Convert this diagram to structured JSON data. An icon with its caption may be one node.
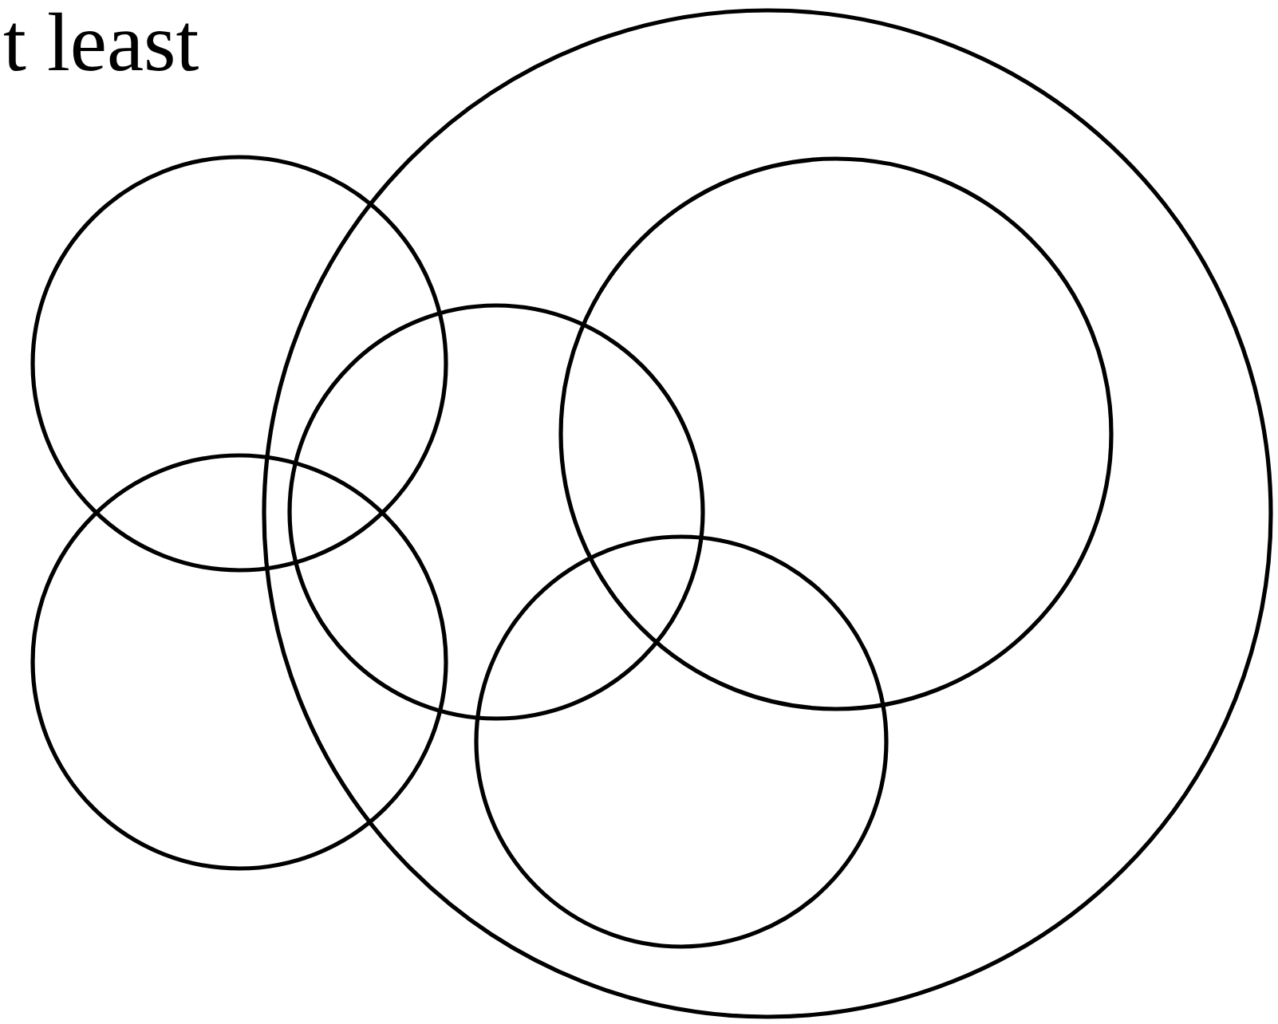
{
  "diagram": {
    "nodes": [
      {
        "text": [],
        "shape": "circle"
      },
      {
        "text": [],
        "shape": "circle"
      },
      {
        "text": [],
        "shape": "circle",
        "in": 0
      },
      {
        "text": [],
        "shape": "circle",
        "in": 0
      },
      {
        "text": [],
        "shape": "circle"
      },
      {
        "text": [],
        "shape": "circle",
        "in": 0
      }
    ],
    "labels": [
      "t least"
    ]
  }
}
